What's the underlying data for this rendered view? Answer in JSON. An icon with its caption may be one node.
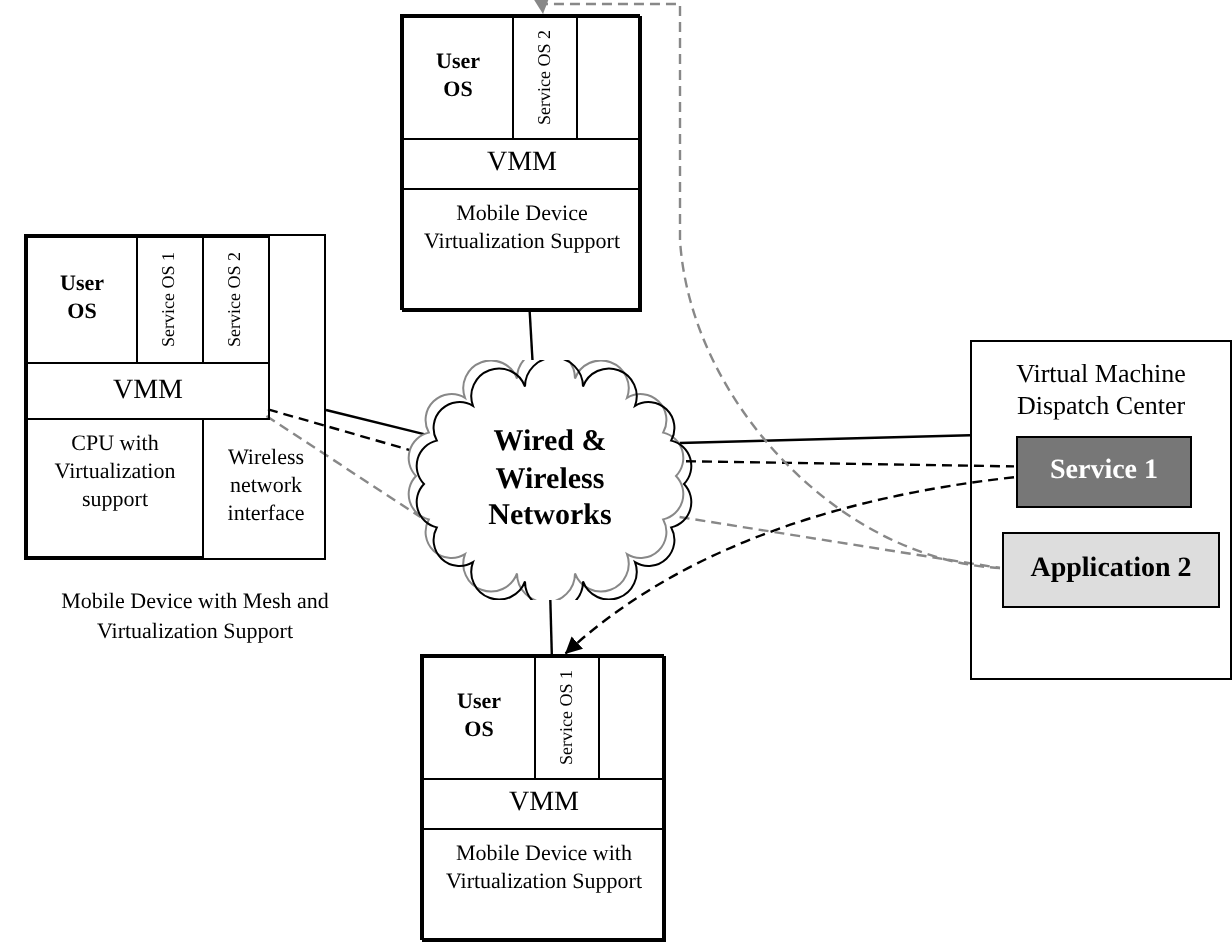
{
  "diagram": {
    "nodes": [
      {
        "text": [],
        "shape": "box"
      },
      {
        "text": [
          "User OS"
        ],
        "in": 0
      },
      {
        "text": [
          "Service OS 2"
        ],
        "in": 0
      },
      {
        "text": [],
        "shape": "box",
        "in": 0
      },
      {
        "text": [
          "VMM"
        ],
        "in": 0
      },
      {
        "text": [
          "Mobile Device Virtualization Support"
        ],
        "in": 0
      },
      {
        "text": [],
        "shape": "box",
        "beside": [
          "Mobile Device with Mesh and Virtualization Support"
        ]
      },
      {
        "text": [
          "User OS"
        ],
        "in": 6
      },
      {
        "text": [
          "Service OS 1"
        ],
        "in": 6
      },
      {
        "text": [
          "Service OS 2"
        ],
        "in": 6
      },
      {
        "text": [
          "VMM"
        ],
        "in": 6
      },
      {
        "text": [
          "CPU with Virtualization support"
        ],
        "in": 6
      },
      {
        "text": [
          "Wireless network interface"
        ],
        "in": 6
      },
      {
        "text": [
          "Wired & Wireless Networks"
        ]
      },
      {
        "text": [
          "Virtual Machine Dispatch Center"
        ]
      },
      {
        "text": [
          "Service 1"
        ],
        "in": 14
      },
      {
        "text": [
          "Application 2"
        ],
        "in": 14
      },
      {
        "text": [],
        "shape": "box"
      },
      {
        "text": [
          "User OS"
        ],
        "in": 17
      },
      {
        "text": [
          "Service OS 1"
        ],
        "in": 17
      },
      {
        "text": [],
        "shape": "box",
        "in": 17
      },
      {
        "text": [
          "VMM"
        ],
        "in": 17
      },
      {
        "text": [
          "Mobile Device with Virtualization Support"
        ],
        "in": 17
      }
    ],
    "edges": [
      {
        "from": 0,
        "to": 13,
        "arrow": "none"
      },
      {
        "from": 6,
        "to": 13,
        "arrow": "none"
      },
      {
        "from": 10,
        "to": 13,
        "arrow": "none",
        "style": "dashed"
      },
      {
        "from": 12,
        "to": 13,
        "arrow": "none",
        "style": "dashed",
        "color": "#888888"
      },
      {
        "from": 13,
        "to": 14,
        "arrow": "none"
      },
      {
        "from": 13,
        "to": 17,
        "arrow": "none"
      },
      {
        "from": 13,
        "to": 15,
        "arrow": "none",
        "style": "dashed"
      },
      {
        "from": 15,
        "to": 19,
        "arrow": "to",
        "style": "dashed"
      },
      {
        "from": 13,
        "to": 16,
        "arrow": "none",
        "style": "dashed",
        "color": "#888888"
      },
      {
        "from": 16,
        "to": 2,
        "arrow": "to",
        "style": "dashed",
        "color": "#888888"
      }
    ]
  }
}
